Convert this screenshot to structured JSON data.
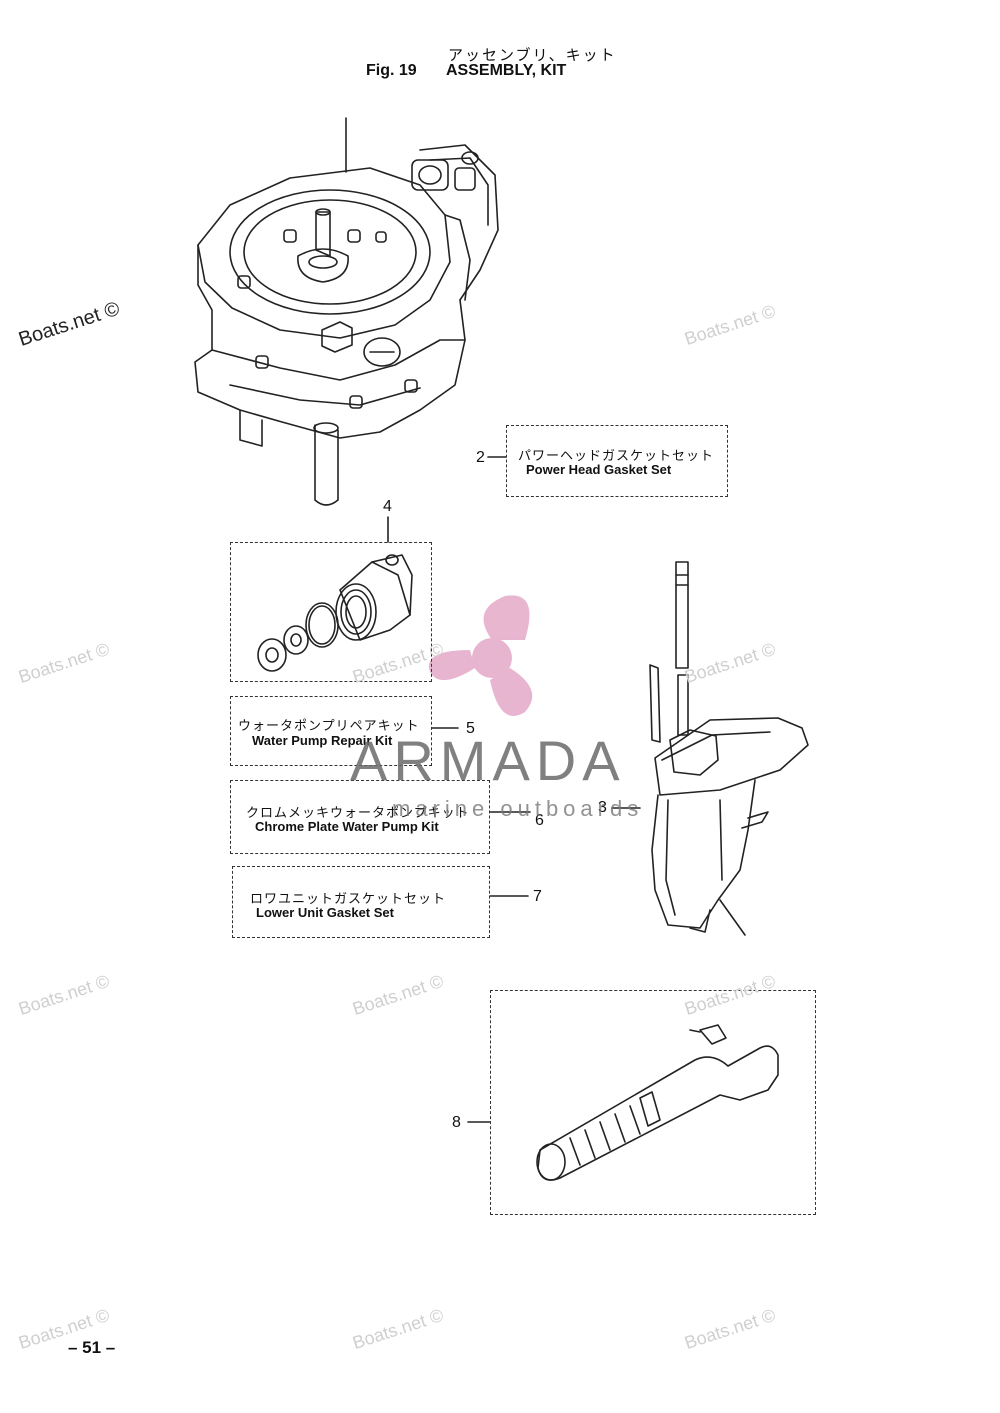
{
  "header": {
    "title_jp": "アッセンブリ、キット",
    "fig_label": "Fig. 19",
    "title_en": "ASSEMBLY, KIT"
  },
  "kits": [
    {
      "number": "2",
      "label_jp": "パワーヘッドガスケットセット",
      "label_en": "Power Head Gasket Set"
    },
    {
      "number": "5",
      "label_jp": "ウォータポンプリペアキット",
      "label_en": "Water Pump Repair Kit"
    },
    {
      "number": "6",
      "label_jp": "クロムメッキウォータポンプキット",
      "label_en": "Chrome Plate Water Pump Kit"
    },
    {
      "number": "7",
      "label_jp": "ロワユニットガスケットセット",
      "label_en": "Lower Unit Gasket Set"
    }
  ],
  "callouts": {
    "n3": "3",
    "n4": "4",
    "n8": "8"
  },
  "watermarks": {
    "boats": "Boats.net ©",
    "brand_name": "ARMADA",
    "brand_sub": "marine outboards"
  },
  "footer": {
    "page": "– 51 –"
  }
}
